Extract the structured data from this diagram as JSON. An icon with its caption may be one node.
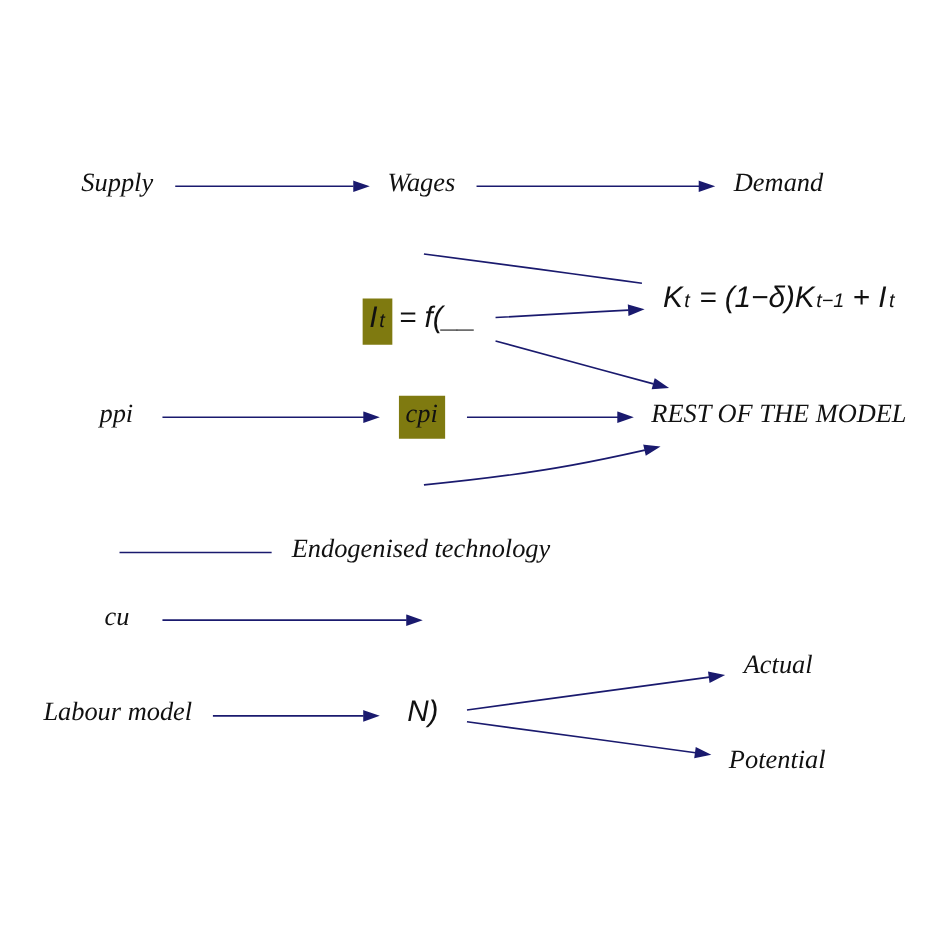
{
  "diagram": {
    "nodes": [
      {
        "text": [
          "N)"
        ]
      },
      {
        "text": [
          "Actual"
        ]
      },
      {
        "text": [
          "Potential"
        ]
      },
      {
        "text": [
          "cu"
        ]
      },
      {
        "text": [
          "Endogenised technology"
        ]
      },
      {
        "text": [
          "K$_{t}$ = (1−δ)K$_{t−1}$ + I$_{t}$"
        ]
      },
      {
        "text": [
          "I$_{t}$"
        ],
        "beside": [
          "= f(__"
        ]
      },
      {
        "text": [
          "Labour model"
        ]
      },
      {
        "text": [
          "Supply"
        ]
      },
      {
        "text": [
          "Wages"
        ]
      },
      {
        "text": [
          "Demand"
        ]
      },
      {
        "text": [
          "ppi"
        ]
      },
      {
        "text": [
          "cpi"
        ]
      },
      {
        "text": [
          "REST OF THE MODEL"
        ]
      }
    ],
    "edges": [
      {
        "from": 7,
        "to": 0,
        "arrow": "to"
      },
      {
        "from": 0,
        "to": 1,
        "arrow": "to"
      },
      {
        "from": 0,
        "to": 2,
        "arrow": "to"
      },
      {
        "from": 3,
        "to": null,
        "arrow": "to"
      },
      {
        "from": null,
        "to": 4,
        "arrow": "none"
      },
      {
        "from": null,
        "to": 5,
        "arrow": "none"
      },
      {
        "from": 6,
        "to": 5,
        "arrow": "to"
      },
      {
        "from": 6,
        "to": 13,
        "arrow": "to"
      },
      {
        "from": null,
        "to": 13,
        "arrow": "to"
      },
      {
        "from": 8,
        "to": 9,
        "arrow": "to"
      },
      {
        "from": 9,
        "to": 10,
        "arrow": "to"
      },
      {
        "from": 11,
        "to": 12,
        "arrow": "to"
      },
      {
        "from": 12,
        "to": 13,
        "arrow": "to"
      }
    ]
  }
}
